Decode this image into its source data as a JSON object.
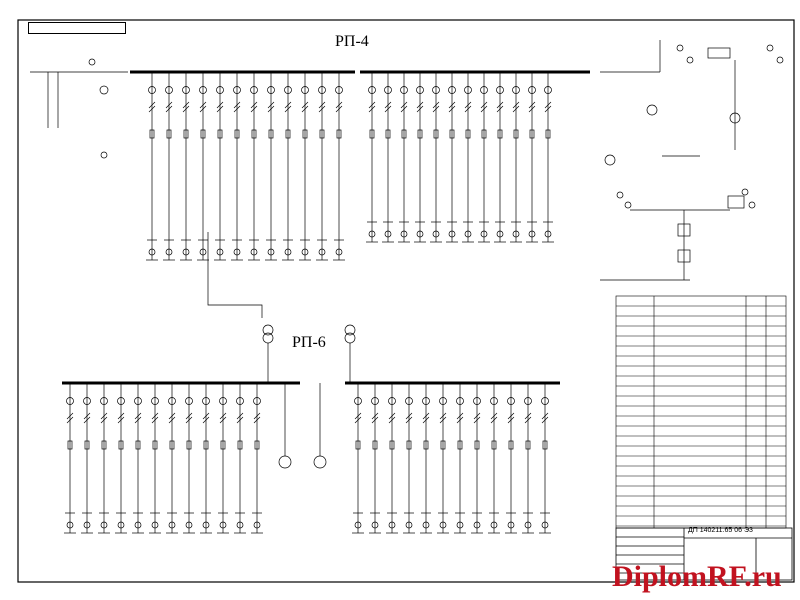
{
  "diagram": {
    "title_rp4": "РП-4",
    "title_rp6": "РП-6",
    "doc_code": "ДП 140211.65 06 Э3",
    "watermark": "DiplomRF.ru"
  },
  "colors": {
    "line": "#000000",
    "background": "#ffffff",
    "watermark": "#c1121f"
  }
}
